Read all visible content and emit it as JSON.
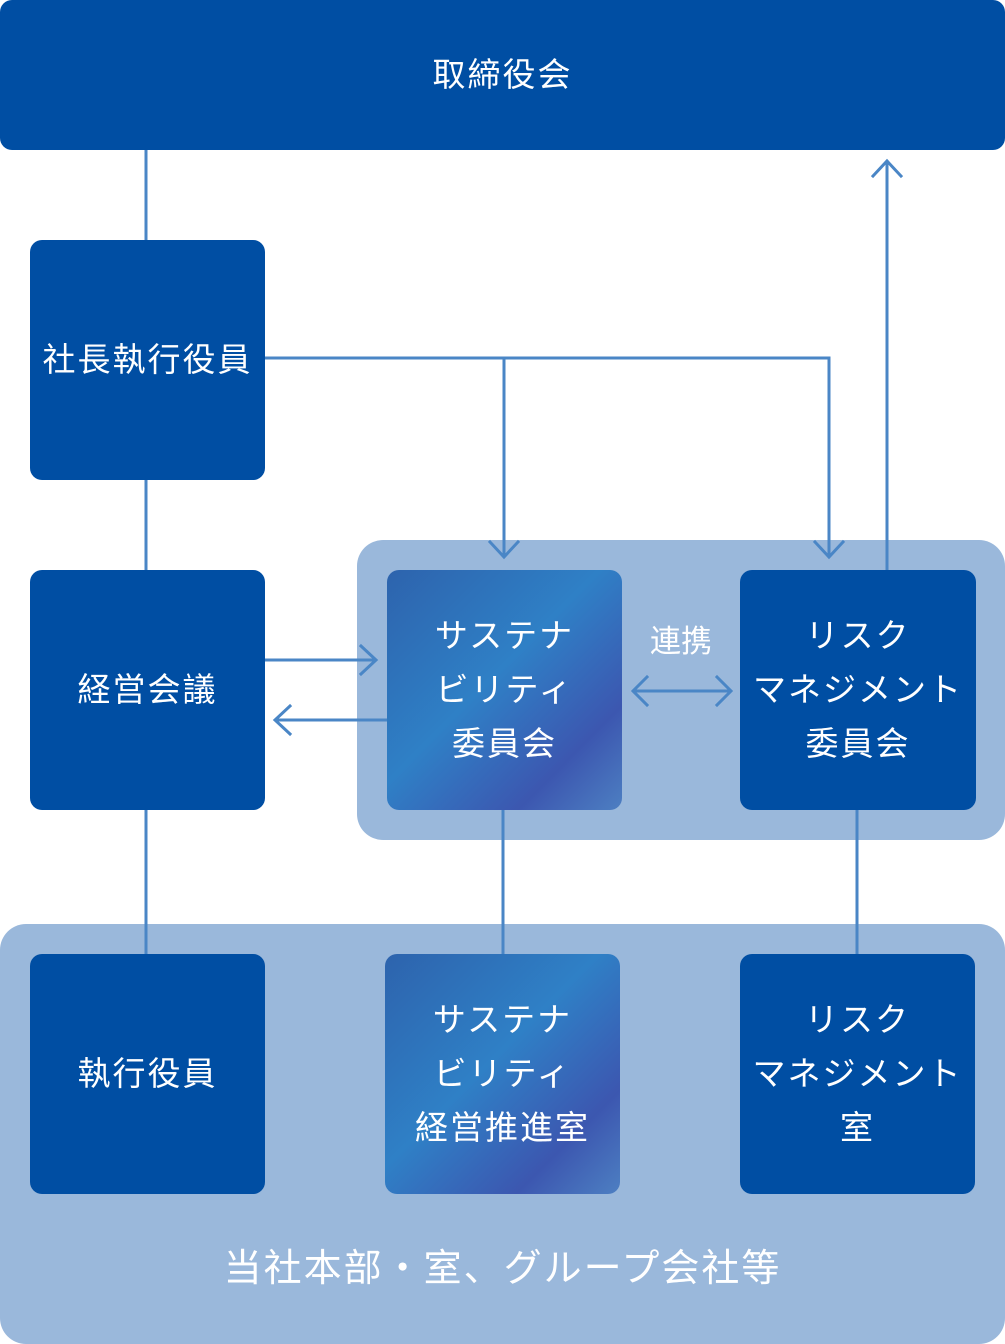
{
  "board": {
    "label": "取締役会"
  },
  "president": {
    "label": "社長執行役員"
  },
  "management_meeting": {
    "label": "経営会議"
  },
  "sustainability_committee": {
    "lines": [
      "サステナ",
      "ビリティ",
      "委員会"
    ]
  },
  "risk_committee": {
    "lines": [
      "リスク",
      "マネジメント",
      "委員会"
    ]
  },
  "cooperation": {
    "label": "連携"
  },
  "executive_officers": {
    "label": "執行役員"
  },
  "sustainability_office": {
    "lines": [
      "サステナ",
      "ビリティ",
      "経営推進室"
    ]
  },
  "risk_office": {
    "lines": [
      "リスク",
      "マネジメント",
      "室"
    ]
  },
  "bottom_group": {
    "label": "当社本部・室、グループ会社等"
  },
  "colors": {
    "dark_blue": "#004ea3",
    "light_panel": "#9ab8db",
    "line": "#4a86c6"
  }
}
